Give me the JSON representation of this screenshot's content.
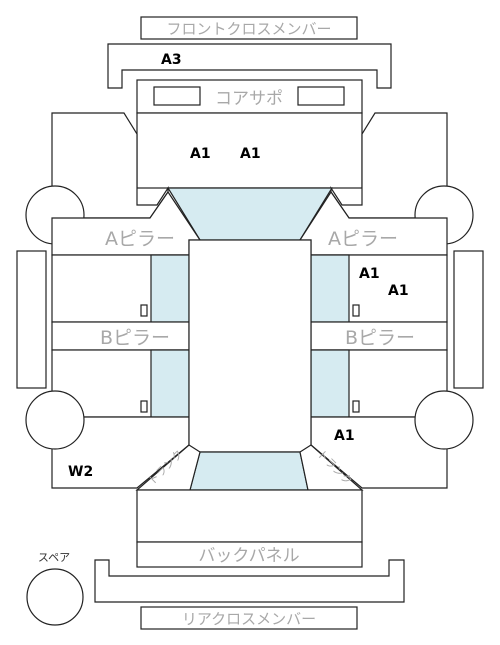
{
  "labels": {
    "front_cross_member": "フロントクロスメンバー",
    "core_support": "コアサポ",
    "a_pillar": "Aピラー",
    "b_pillar": "Bピラー",
    "back_panel": "バックパネル",
    "rear_cross_member": "リアクロスメンバー",
    "spare": "スペア",
    "trunk": "トランク"
  },
  "marks": {
    "a3": "A3",
    "a1_front_left": "A1",
    "a1_front_right": "A1",
    "a1_right_upper": "A1",
    "a1_right_upper_2": "A1",
    "a1_right_lower": "A1",
    "w2": "W2"
  },
  "colors": {
    "glass": "#d6ebf1",
    "outline": "#222222",
    "label_gray": "#a8a8a8"
  }
}
